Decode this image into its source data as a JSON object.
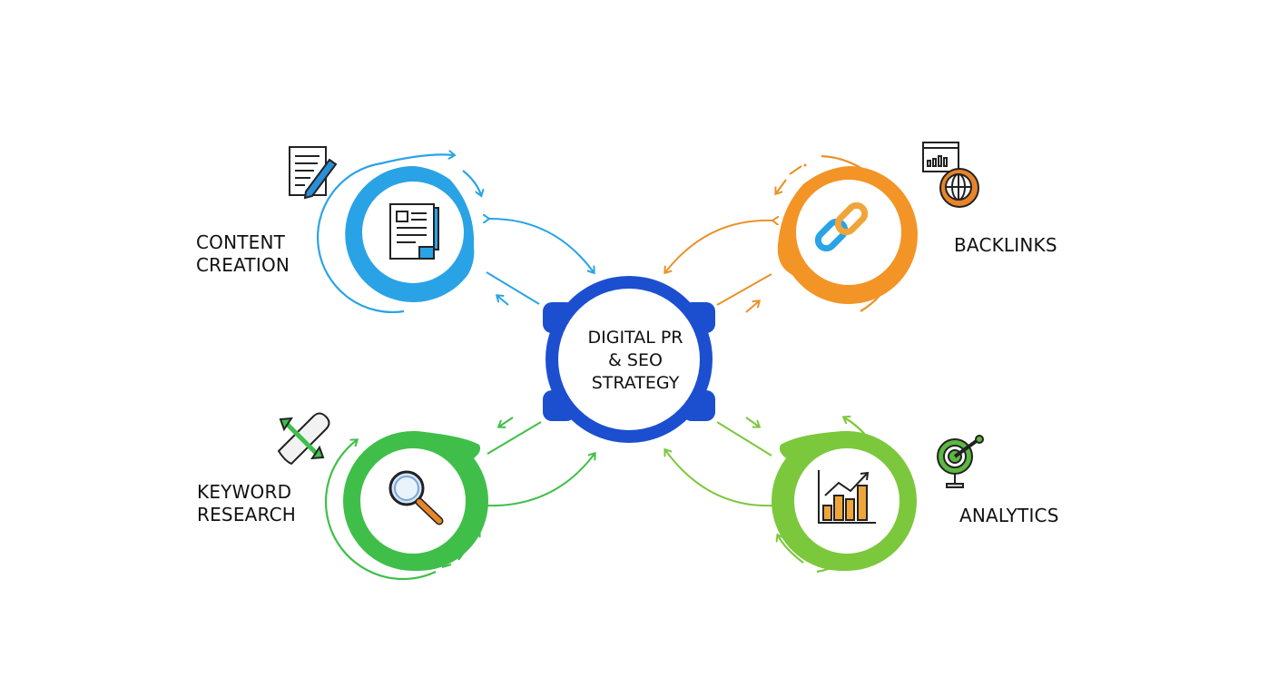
{
  "center": {
    "line1": "DIGITAL PR",
    "line2": "& SEO",
    "line3": "STRATEGY",
    "color": "#1c4fd0"
  },
  "nodes": [
    {
      "id": "content-creation",
      "label_line1": "CONTENT",
      "label_line2": "CREATION",
      "color": "#2aa3e6",
      "icon": "document-icon",
      "side_icon": "document-pen-icon"
    },
    {
      "id": "backlinks",
      "label_line1": "BACKLINKS",
      "label_line2": "",
      "color": "#f39426",
      "icon": "chain-link-icon",
      "side_icon": "browser-chart-globe-gear-icon"
    },
    {
      "id": "keyword-research",
      "label_line1": "KEYWORD",
      "label_line2": "RESEARCH",
      "color": "#3fbf4a",
      "icon": "magnifier-icon",
      "side_icon": "pencil-arrow-icon"
    },
    {
      "id": "analytics",
      "label_line1": "ANALYTICS",
      "label_line2": "",
      "color": "#7cc83c",
      "icon": "bar-chart-trend-icon",
      "side_icon": "target-gear-icon"
    }
  ]
}
